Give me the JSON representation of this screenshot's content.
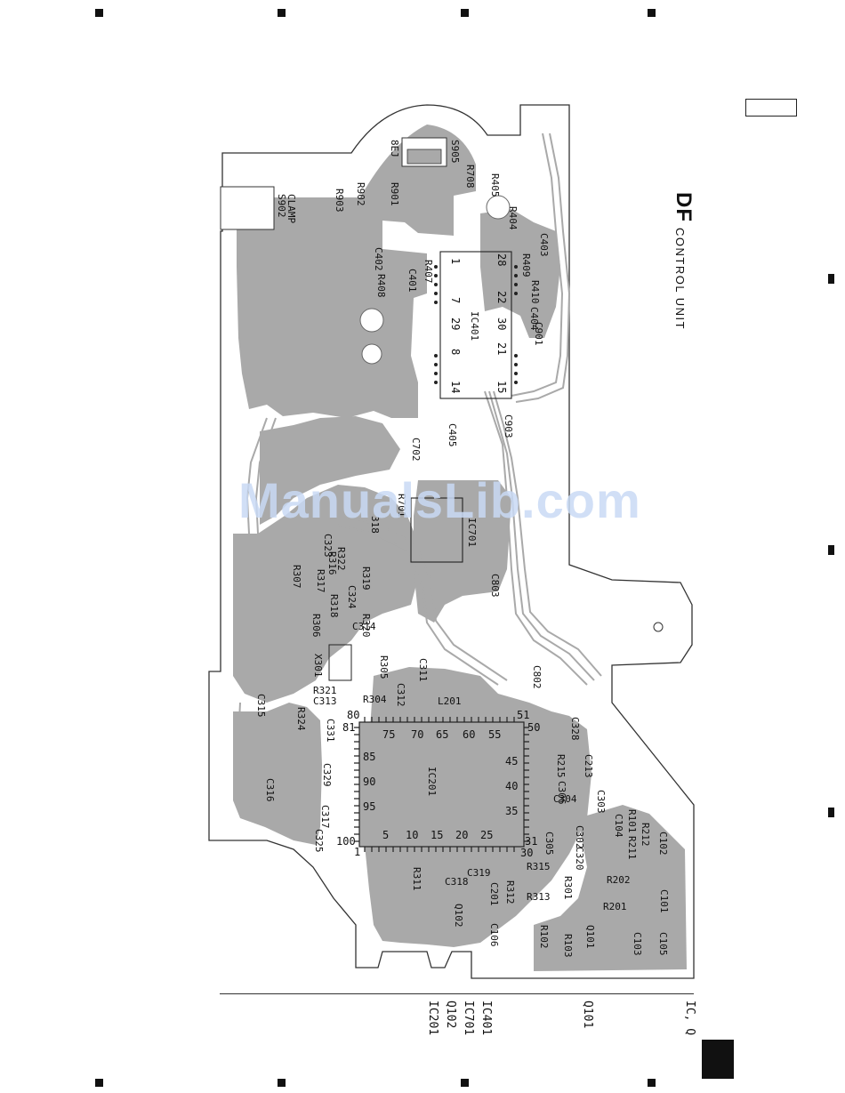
{
  "section": {
    "letter": "DF",
    "unit_name": "CONTROL UNIT"
  },
  "watermark": "ManualsLib.com",
  "ic_pin_numbers": {
    "ic201": [
      "80",
      "75",
      "70",
      "65",
      "60",
      "55",
      "51",
      "50",
      "45",
      "40",
      "35",
      "31",
      "30",
      "25",
      "20",
      "15",
      "10",
      "5",
      "100",
      "1",
      "81",
      "85",
      "90",
      "95"
    ],
    "ic401": [
      "1",
      "7",
      "8",
      "14",
      "28",
      "22",
      "21",
      "15",
      "29",
      "30"
    ]
  },
  "component_labels": [
    "IC201",
    "IC401",
    "IC701",
    "X301",
    "S902",
    "CLAMP",
    "S905",
    "8EJ",
    "R903",
    "R902",
    "R901",
    "R708",
    "R405",
    "R404",
    "C403",
    "R409",
    "R410",
    "C404",
    "C901",
    "C402",
    "R407",
    "C401",
    "R408",
    "C405",
    "C903",
    "C702",
    "R701",
    "318",
    "C323",
    "R322",
    "R316",
    "R307",
    "R317",
    "R319",
    "C324",
    "R318",
    "R320",
    "R306",
    "C314",
    "R305",
    "C311",
    "C803",
    "C802",
    "R321",
    "C313",
    "R304",
    "C312",
    "L201",
    "C315",
    "R324",
    "C331",
    "C316",
    "C329",
    "C317",
    "C325",
    "C328",
    "C213",
    "R215",
    "C306",
    "C303",
    "C304",
    "C305",
    "C302",
    "C320",
    "R101",
    "C104",
    "R212",
    "R211",
    "C102",
    "R311",
    "C318",
    "C319",
    "C201",
    "R312",
    "R315",
    "R313",
    "R301",
    "R202",
    "R201",
    "C101",
    "Q102",
    "C106",
    "R102",
    "R103",
    "Q101",
    "C103",
    "C105"
  ],
  "ic_legend": {
    "header": "IC, Q",
    "entries": [
      "IC201",
      "Q102",
      "IC701",
      "IC401",
      "Q101"
    ]
  }
}
